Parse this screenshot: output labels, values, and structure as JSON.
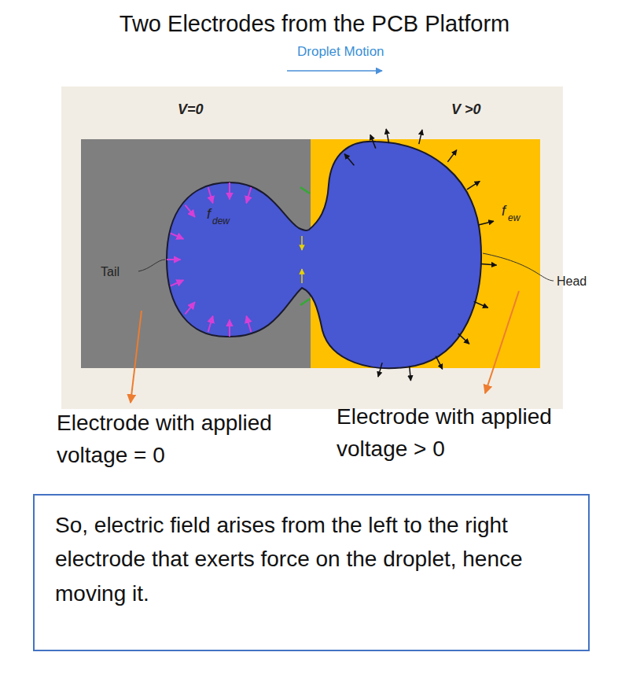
{
  "diagram": {
    "title": "Two Electrodes from the PCB Platform",
    "nodes": [
      {
        "text": [
          "So, electric field arises from the left to the right electrode that exerts force on the droplet, hence moving it."
        ]
      }
    ],
    "labels": [
      "Droplet Motion",
      "V=0",
      "V >0",
      "f",
      "dew",
      "f",
      "ew",
      "Tail",
      "Head",
      "Electrode with applied voltage = 0",
      "Electrode with applied voltage > 0"
    ]
  }
}
